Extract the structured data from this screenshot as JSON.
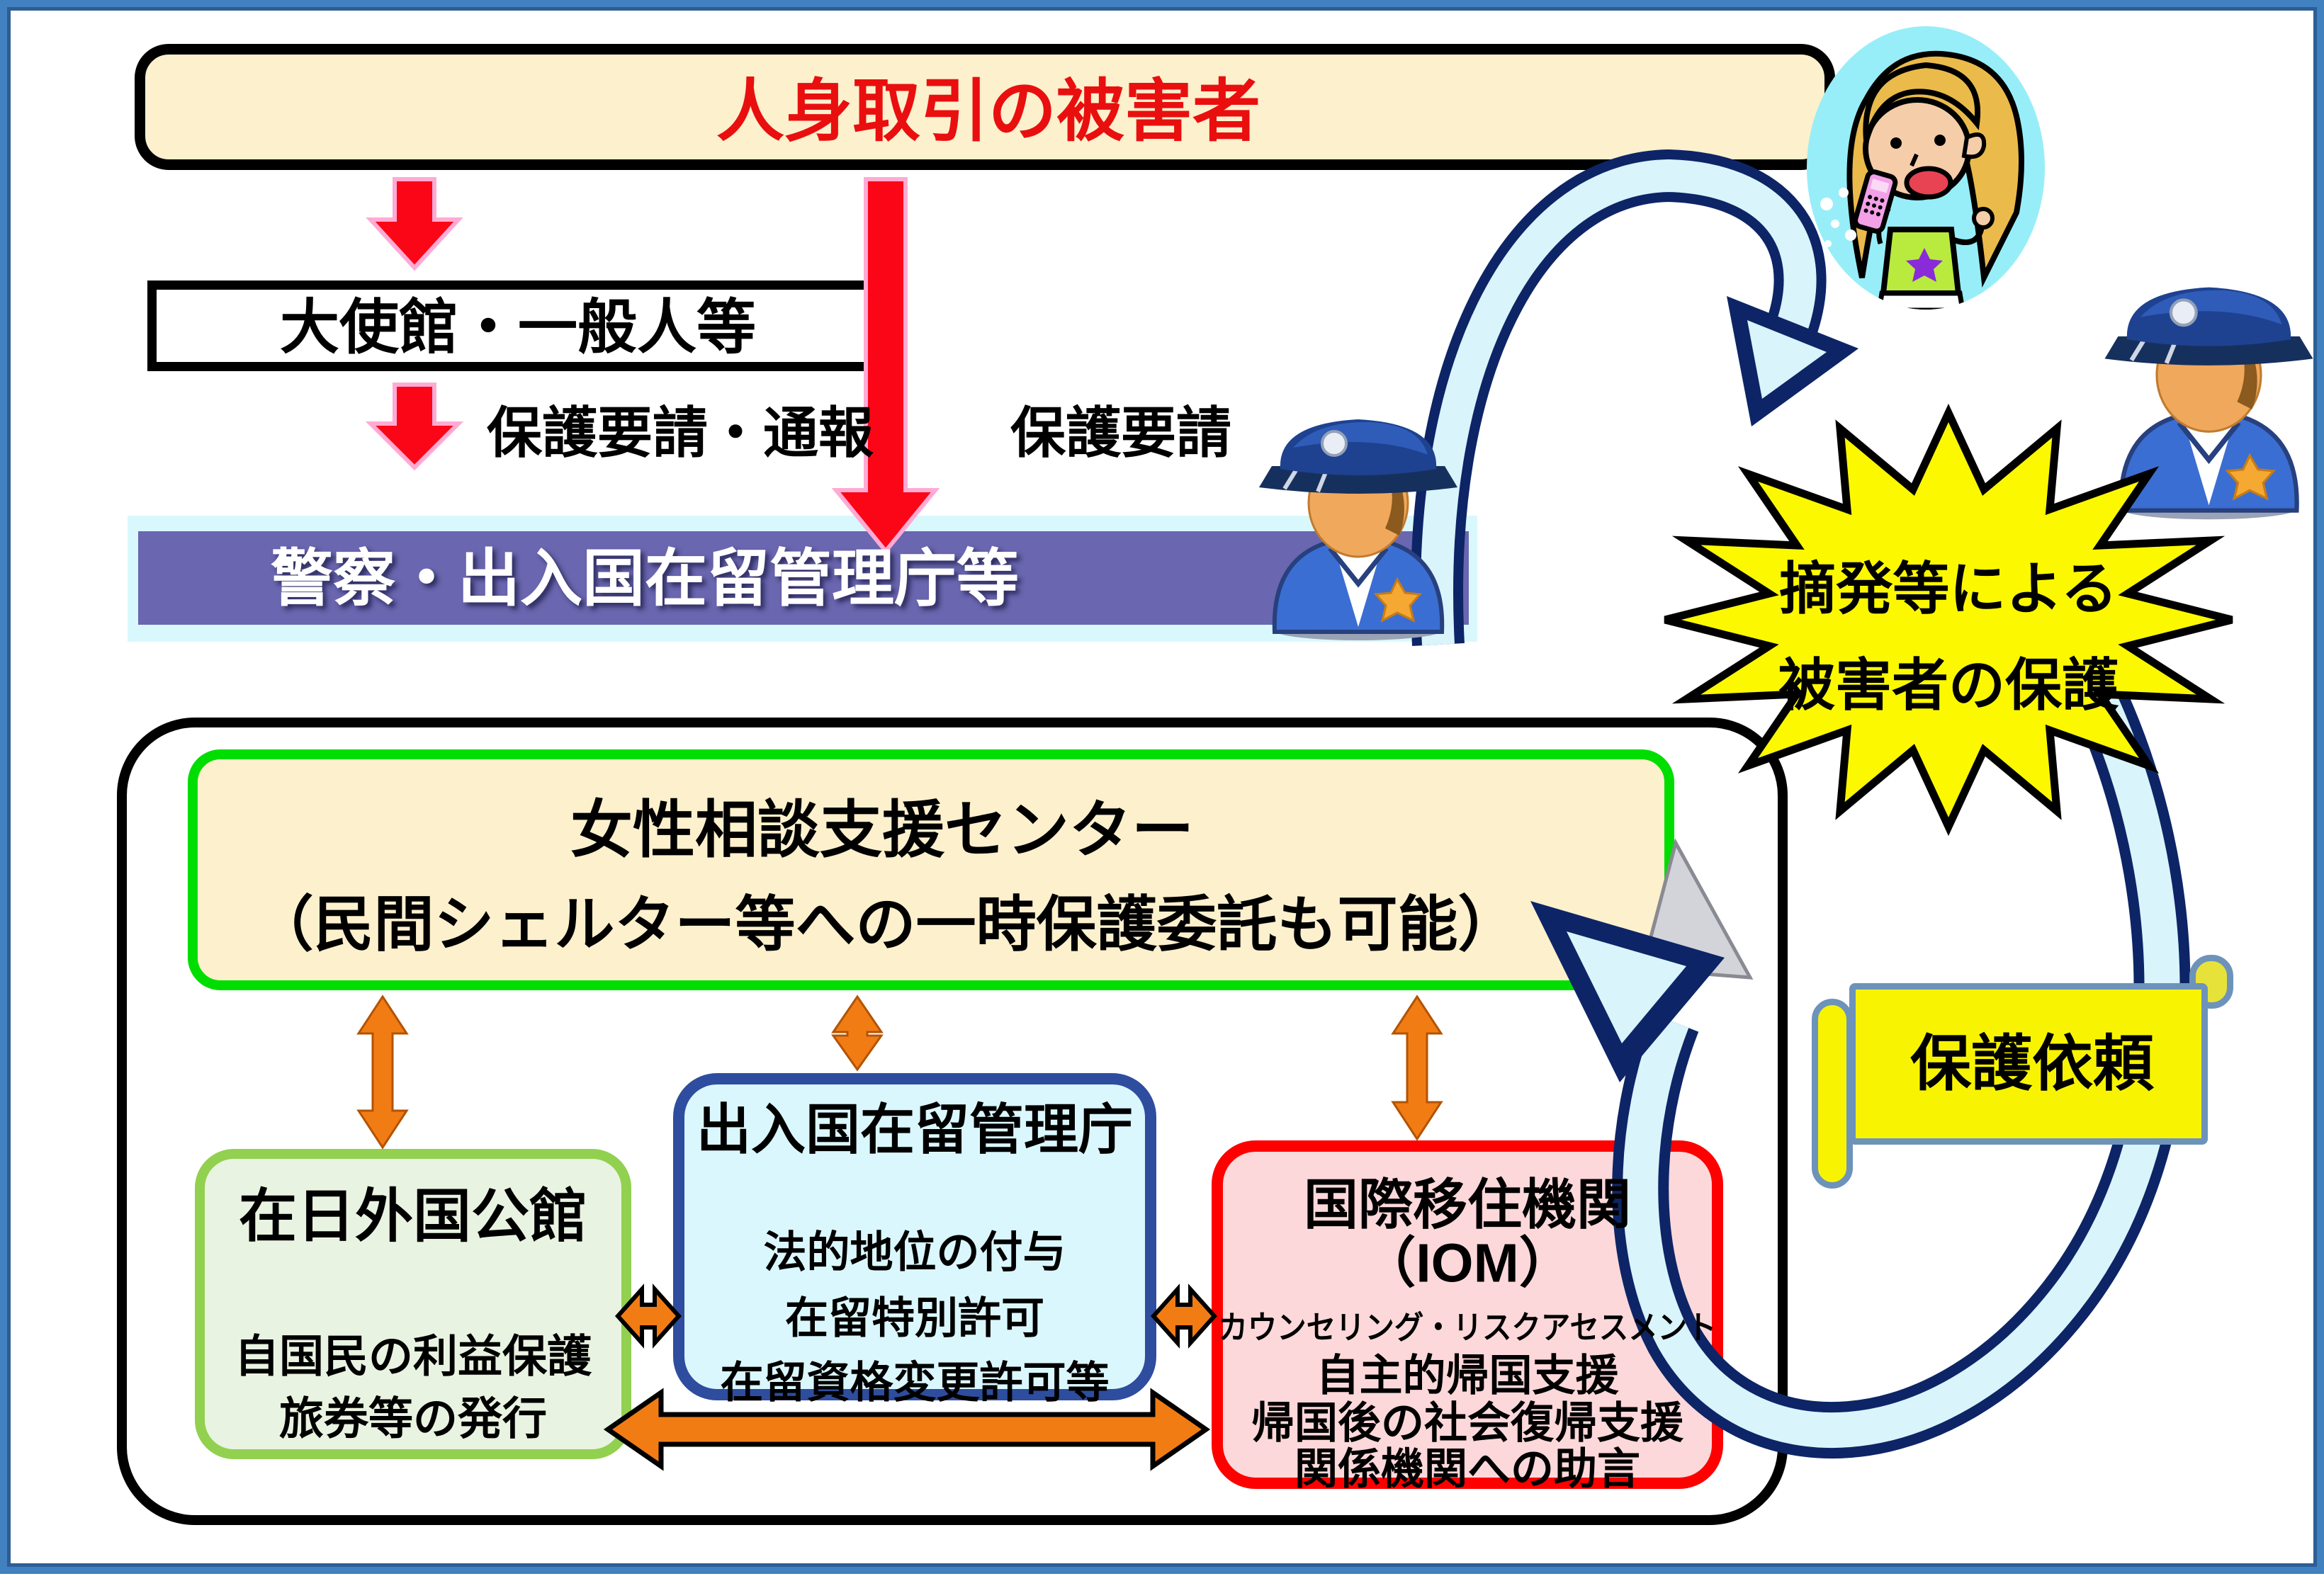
{
  "diagram": {
    "victim_box": {
      "label": "人身取引の被害者",
      "text_color": "#e90f0f",
      "fill": "#fdf0cd"
    },
    "embassy_box": {
      "label": "大使館・一般人等",
      "fill": "#ffffff"
    },
    "labels": {
      "protection_request_report": "保護要請・通報",
      "protection_request": "保護要請",
      "crackdown_line1": "摘発等による",
      "crackdown_line2": "被害者の保護",
      "protection_request_banner": "保護依頼"
    },
    "police_bar": {
      "label": "警察・出入国在留管理庁等",
      "fill": "#6a66af",
      "underlay": "#d9f8fd",
      "text_color": "#ffffff"
    },
    "center_box": {
      "line1": "女性相談支援センター",
      "line2": "（民間シェルター等への一時保護委託も可能）",
      "fill": "#fdf0cd",
      "border_color": "#00dd00"
    },
    "consulate_box": {
      "title": "在日外国公館",
      "lines": [
        "自国民の利益保護",
        "旅券等の発行"
      ],
      "fill": "#e9f3e1",
      "border_color": "#92d050"
    },
    "immigration_box": {
      "title": "出入国在留管理庁",
      "lines": [
        "法的地位の付与",
        "在留特別許可",
        "在留資格変更許可等"
      ],
      "fill": "#daf7fd",
      "border_color": "#2e4d9e"
    },
    "iom_box": {
      "title": "国際移住機関",
      "subtitle": "（IOM）",
      "lines": [
        "カウンセリング・リスクアセスメント",
        "自主的帰国支援",
        "帰国後の社会復帰支援",
        "関係機関への助言"
      ],
      "fill": "#fdd8da",
      "border_color": "#fe0000"
    },
    "starburst": {
      "fill": "#fcf800",
      "outline": "#000000"
    },
    "ribbon": {
      "fill": "#d9f4fb",
      "outline": "#0d2566"
    },
    "red_arrow": {
      "fill": "#fb0617",
      "outline": "#ffaad4"
    },
    "orange_arrow": {
      "fill": "#f27c14"
    },
    "frame": {
      "outer": "#4181c0",
      "inner": "#2d5e95"
    },
    "icons": {
      "girl_on_phone": "girl-on-phone-icon",
      "police_officer_left": "police-officer-icon",
      "police_officer_right": "police-officer-icon"
    }
  }
}
